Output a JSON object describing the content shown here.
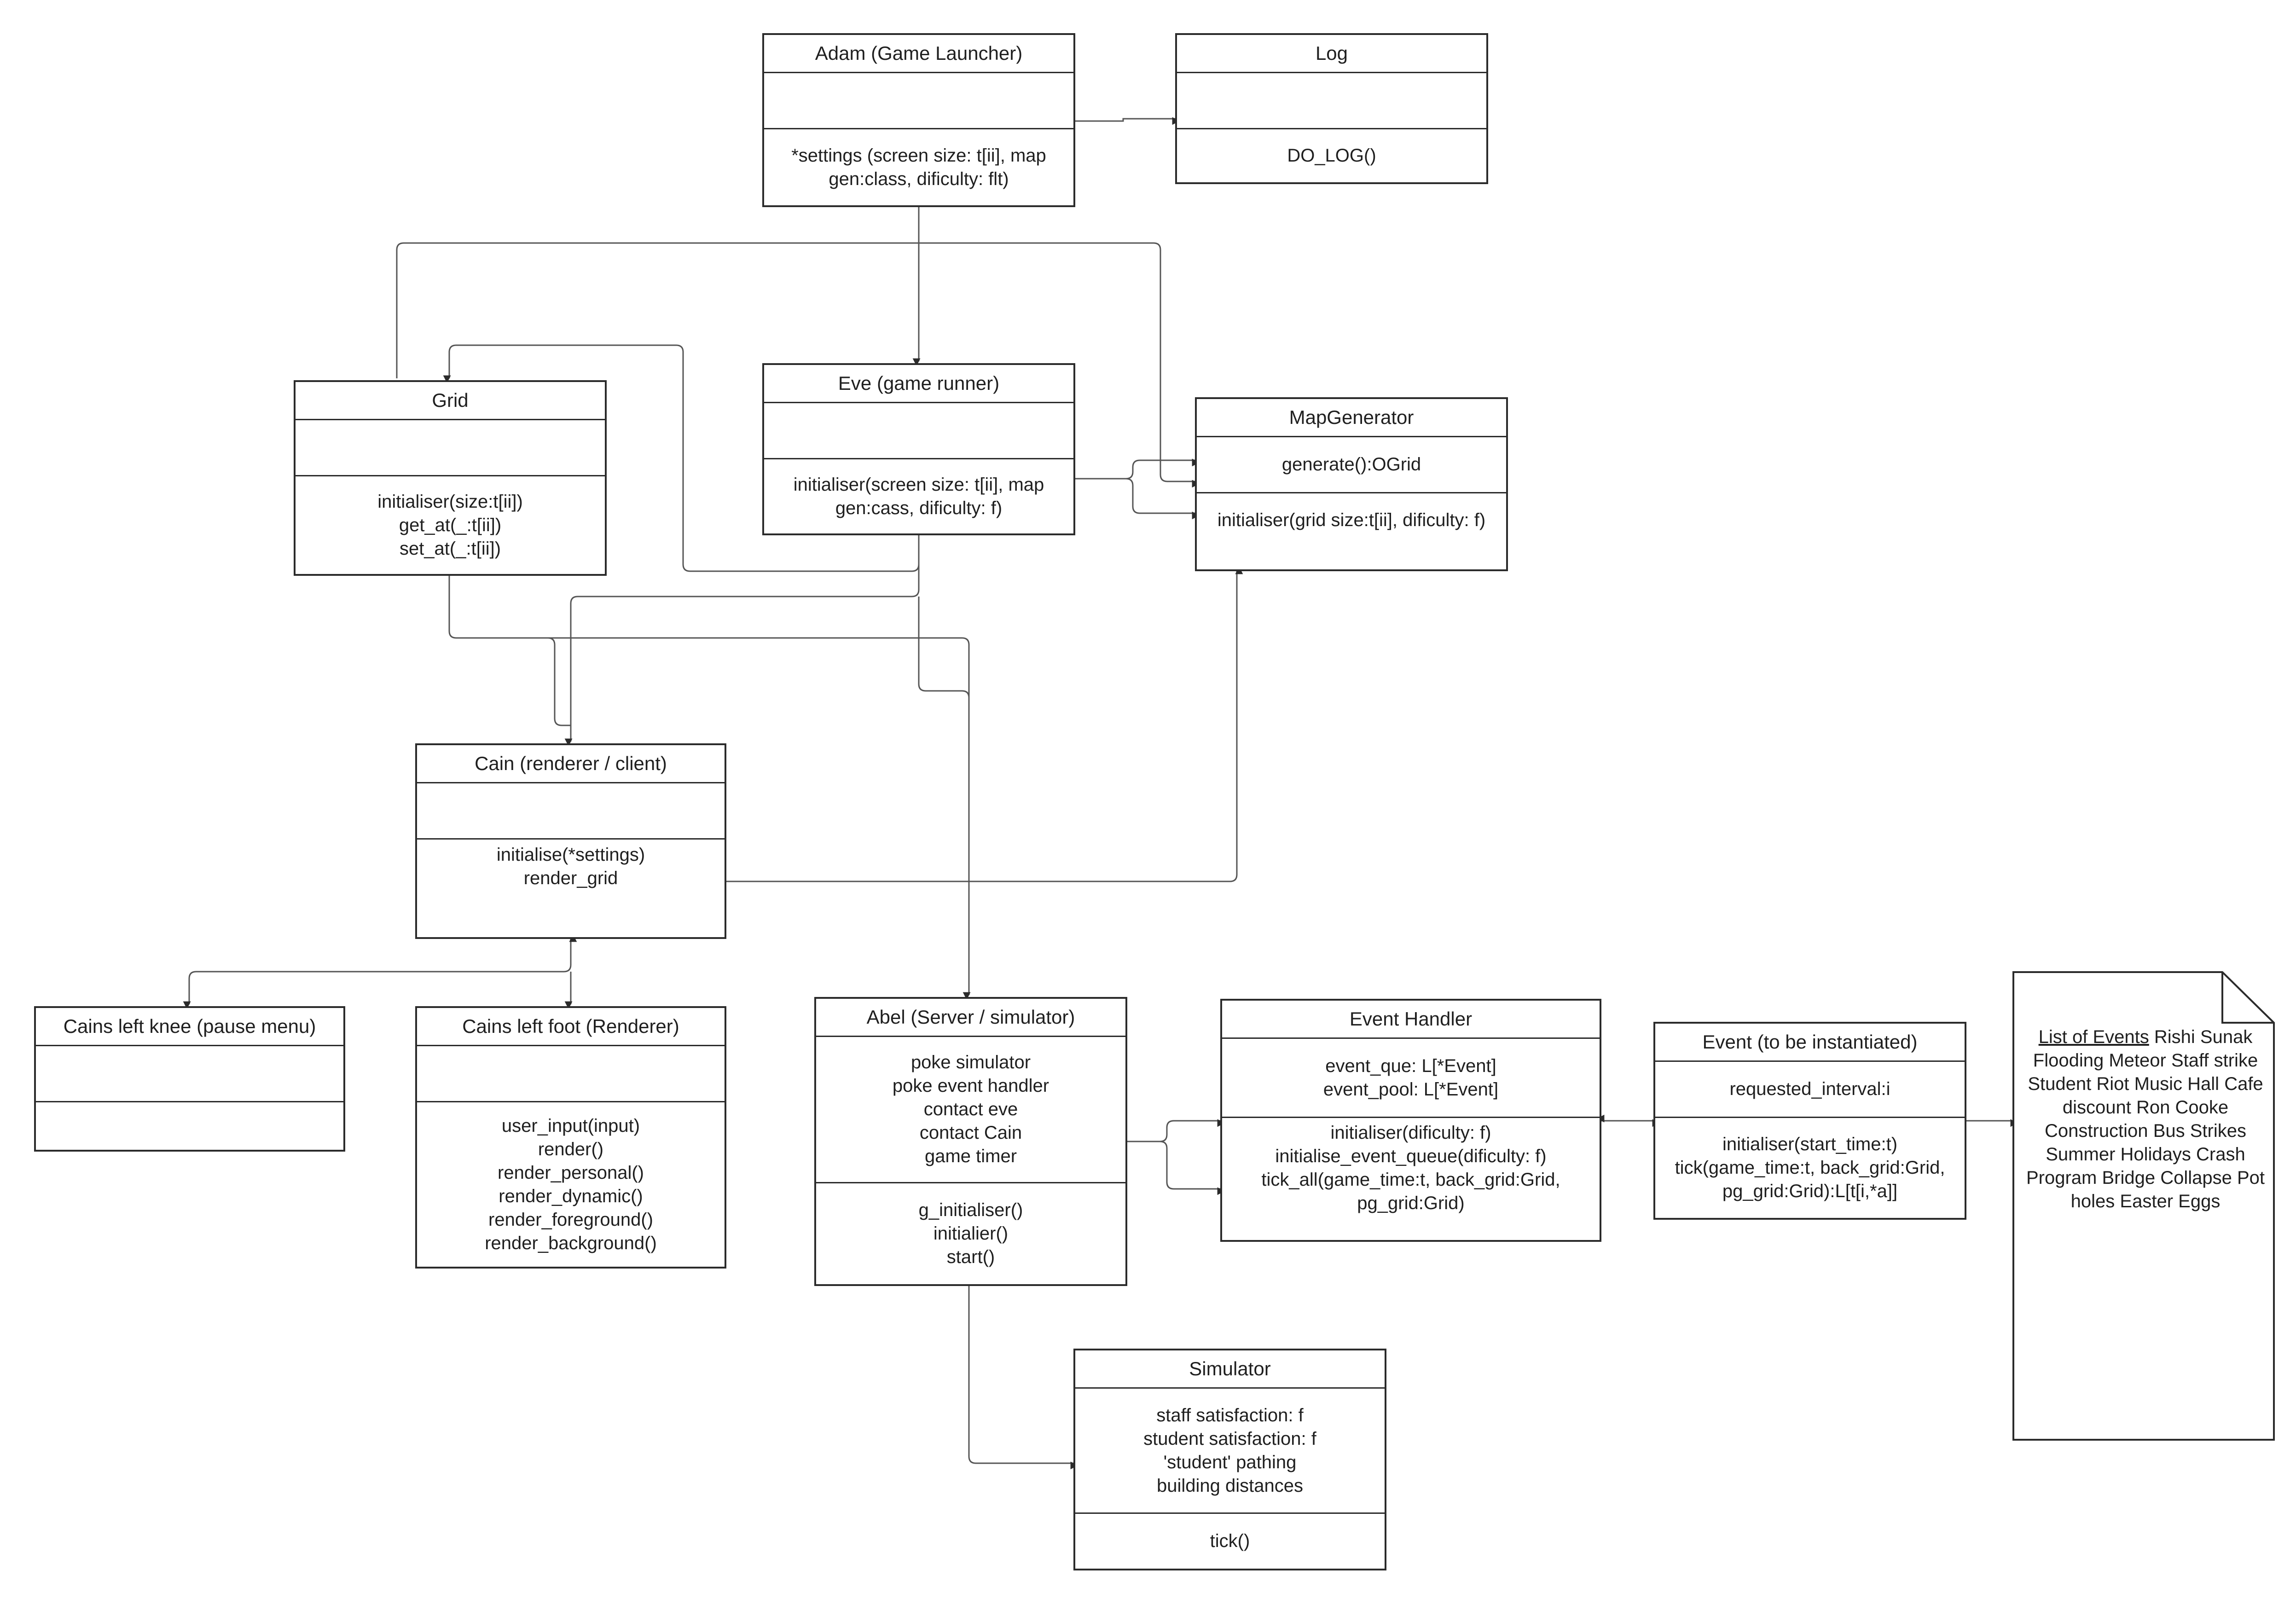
{
  "classes": {
    "adam": {
      "title": "Adam (Game Launcher)",
      "attributes": [],
      "methods": [
        "*settings (screen size: t[ii], map",
        "gen:class, dificulty: flt)"
      ]
    },
    "log": {
      "title": "Log",
      "attributes": [],
      "methods": [
        "DO_LOG()"
      ]
    },
    "grid": {
      "title": "Grid",
      "attributes": [],
      "methods": [
        "initialiser(size:t[ii])",
        "get_at(_:t[ii])",
        "set_at(_:t[ii])"
      ]
    },
    "eve": {
      "title": "Eve (game runner)",
      "attributes": [],
      "methods": [
        "initialiser(screen size: t[ii], map",
        "gen:cass, dificulty: f)"
      ]
    },
    "mapgen": {
      "title": "MapGenerator",
      "attributes": [
        "generate():OGrid"
      ],
      "methods": [
        "initialiser(grid size:t[ii], dificulty: f)"
      ]
    },
    "cain": {
      "title": "Cain (renderer / client)",
      "attributes": [],
      "methods": [
        "initialise(*settings)",
        "render_grid"
      ]
    },
    "knee": {
      "title": "Cains left knee (pause menu)",
      "attributes": [],
      "methods": []
    },
    "foot": {
      "title": "Cains left foot (Renderer)",
      "attributes": [],
      "methods": [
        "user_input(input)",
        "render()",
        "render_personal()",
        "render_dynamic()",
        "render_foreground()",
        "render_background()"
      ]
    },
    "abel": {
      "title": "Abel (Server / simulator)",
      "attributes": [
        "poke simulator",
        "poke event handler",
        "contact eve",
        "contact Cain",
        "game timer"
      ],
      "methods": [
        "g_initialiser()",
        "initialier()",
        "start()"
      ]
    },
    "handler": {
      "title": "Event Handler",
      "attributes": [
        "event_que: L[*Event]",
        "event_pool: L[*Event]"
      ],
      "methods": [
        "initialiser(dificulty: f)",
        "initialise_event_queue(dificulty: f)",
        "tick_all(game_time:t, back_grid:Grid,",
        "pg_grid:Grid)"
      ]
    },
    "event": {
      "title": "Event (to be instantiated)",
      "attributes": [
        "requested_interval:i"
      ],
      "methods": [
        "initialiser(start_time:t)",
        "tick(game_time:t, back_grid:Grid,",
        "pg_grid:Grid):L[t[i,*a]]"
      ]
    },
    "sim": {
      "title": "Simulator",
      "attributes": [
        "staff satisfaction: f",
        "student satisfaction: f",
        "'student' pathing",
        "building distances"
      ],
      "methods": [
        "tick()"
      ]
    }
  },
  "note": {
    "heading": "List of Events",
    "items": [
      "Rishi Sunak",
      "Flooding",
      "Meteor",
      "Staff strike",
      "Student Riot",
      "Music Hall",
      "Cafe discount",
      "Ron Cooke Construction",
      "Bus Strikes",
      "Summer Holidays",
      "Crash Program",
      "Bridge Collapse",
      "Pot holes",
      "Easter Eggs"
    ]
  }
}
